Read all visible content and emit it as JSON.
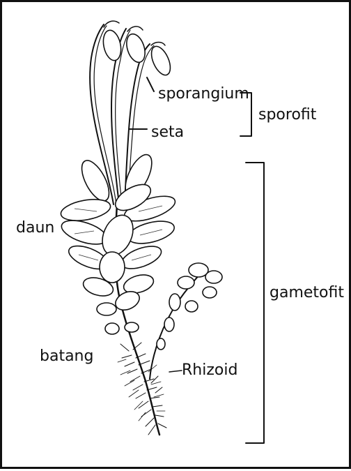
{
  "labels": {
    "sporangium": "sporangium",
    "seta": "seta",
    "sporofit": "sporofit",
    "daun": "daun",
    "gametofit": "gametofit",
    "batang": "batang",
    "rhizoid": "Rhizoid"
  },
  "colors": {
    "ink": "#111111",
    "background": "#ffffff"
  }
}
